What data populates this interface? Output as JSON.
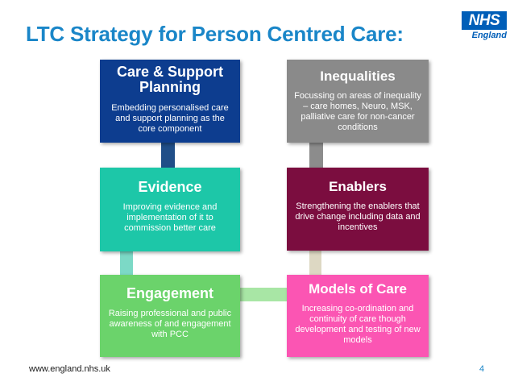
{
  "title": "LTC Strategy for Person Centred Care:",
  "logo": {
    "mark": "NHS",
    "region": "England"
  },
  "boxes": {
    "care_support": {
      "heading": "Care & Support Planning",
      "description": "Embedding personalised care and support planning as the core component",
      "color": "#0d3d8f"
    },
    "inequalities": {
      "heading": "Inequalities",
      "description": "Focussing on areas of inequality – care homes, Neuro, MSK, palliative care for non-cancer conditions",
      "color": "#8a8a8a"
    },
    "evidence": {
      "heading": "Evidence",
      "description": "Improving evidence and implementation of it to commission better care",
      "color": "#1dc7a8"
    },
    "enablers": {
      "heading": "Enablers",
      "description": "Strengthening the enablers that drive change including data and incentives",
      "color": "#7b0d3f"
    },
    "engagement": {
      "heading": "Engagement",
      "description": "Raising professional and public awareness of and engagement with PCC",
      "color": "#6bd36b"
    },
    "models_of_care": {
      "heading": "Models of Care",
      "description": "Increasing co-ordination and continuity of care though development and testing of new models",
      "color": "#fb55b3"
    }
  },
  "connector_colors": {
    "care_to_evidence": "#204e88",
    "evidence_to_engagement": "#7cd9c6",
    "engagement_to_models": "#a8e6a5",
    "models_to_enablers": "#ddd8c3",
    "enablers_to_inequalities": "#8c8c8c"
  },
  "footer": {
    "url": "www.england.nhs.uk",
    "page_number": "4"
  }
}
